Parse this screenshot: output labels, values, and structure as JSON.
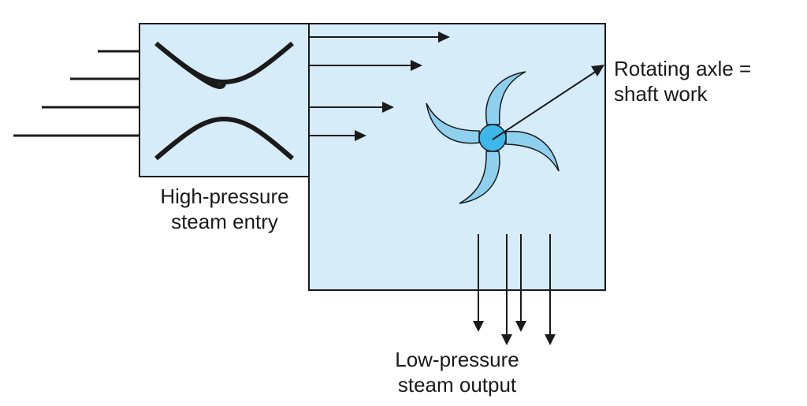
{
  "title": "Steam turbine schematic",
  "labels": {
    "entry": [
      "High-pressure",
      "steam entry"
    ],
    "axle": [
      "Rotating axle =",
      "shaft work"
    ],
    "output": [
      "Low-pressure",
      "steam output"
    ]
  },
  "components": {
    "nozzle_box": "nozzle",
    "turbine_box": "turbine chamber",
    "rotor": "rotor with four blades",
    "input_lines": 4,
    "steam_flow_arrows": 4,
    "output_arrows": 4
  },
  "colors": {
    "box_fill": "#d6ecf8",
    "blade_fill": "#8fd0ee",
    "hub_fill": "#3cb8ea",
    "stroke": "#1a1a1a"
  }
}
